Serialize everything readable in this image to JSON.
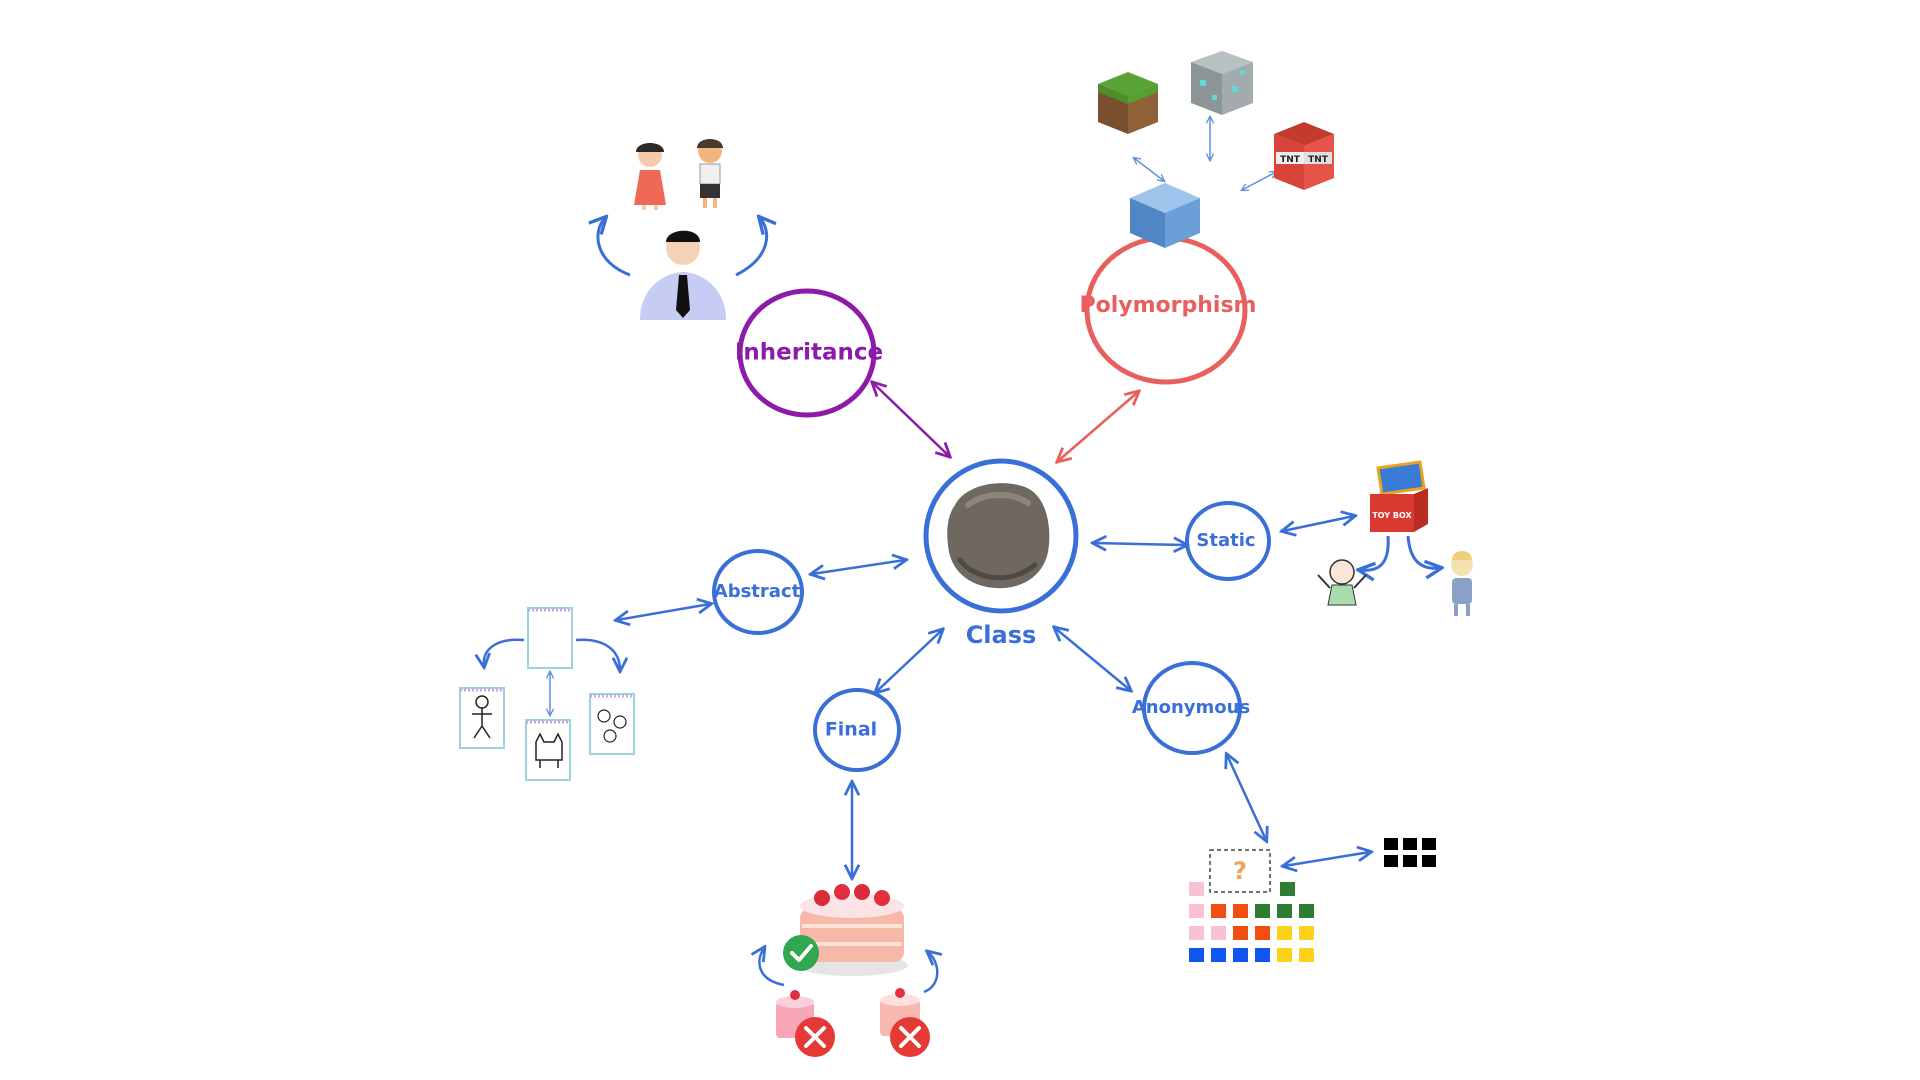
{
  "diagram": {
    "center": {
      "label": "Class"
    },
    "nodes": {
      "inheritance": {
        "label": "Inheritance"
      },
      "polymorphism": {
        "label": "Polymorphism"
      },
      "static": {
        "label": "Static"
      },
      "abstract": {
        "label": "Abstract"
      },
      "final": {
        "label": "Final"
      },
      "anonymous": {
        "label": "Anonymous"
      }
    },
    "pictograms": {
      "question_mark": "?",
      "toy_box_text": "TOY BOX",
      "tnt_text": "TNT"
    }
  },
  "colors": {
    "blue": "#3a6fd8",
    "purple": "#8e1aa8",
    "red": "#e8605e",
    "stone": "#6e6860",
    "green_check": "#2fa84f",
    "red_x": "#e53935"
  }
}
